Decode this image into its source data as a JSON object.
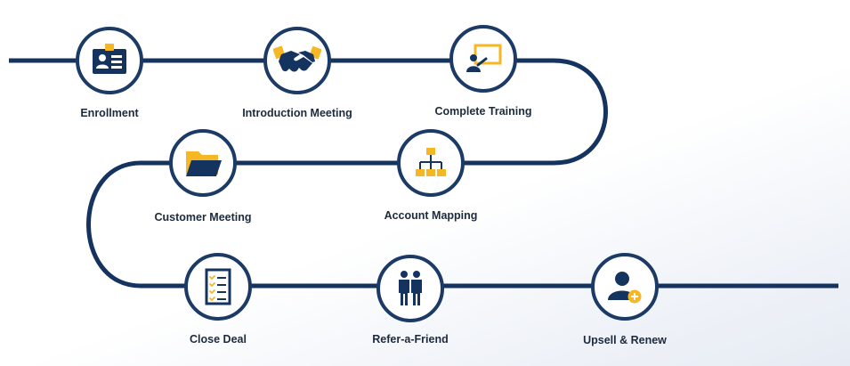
{
  "colors": {
    "path": "#14335f",
    "circle_border": "#1b3a66",
    "icon_navy": "#14335f",
    "icon_gold": "#f5b723",
    "label_text": "#1c2a3d"
  },
  "steps": [
    {
      "id": "enrollment",
      "label": "Enrollment",
      "icon": "id-badge-icon"
    },
    {
      "id": "introduction-meeting",
      "label": "Introduction Meeting",
      "icon": "handshake-icon"
    },
    {
      "id": "complete-training",
      "label": "Complete Training",
      "icon": "presentation-board-icon"
    },
    {
      "id": "account-mapping",
      "label": "Account Mapping",
      "icon": "org-chart-icon"
    },
    {
      "id": "customer-meeting",
      "label": "Customer Meeting",
      "icon": "folder-icon"
    },
    {
      "id": "close-deal",
      "label": "Close Deal",
      "icon": "checklist-icon"
    },
    {
      "id": "refer-a-friend",
      "label": "Refer-a-Friend",
      "icon": "two-people-icon"
    },
    {
      "id": "upsell-renew",
      "label": "Upsell & Renew",
      "icon": "add-user-icon"
    }
  ]
}
